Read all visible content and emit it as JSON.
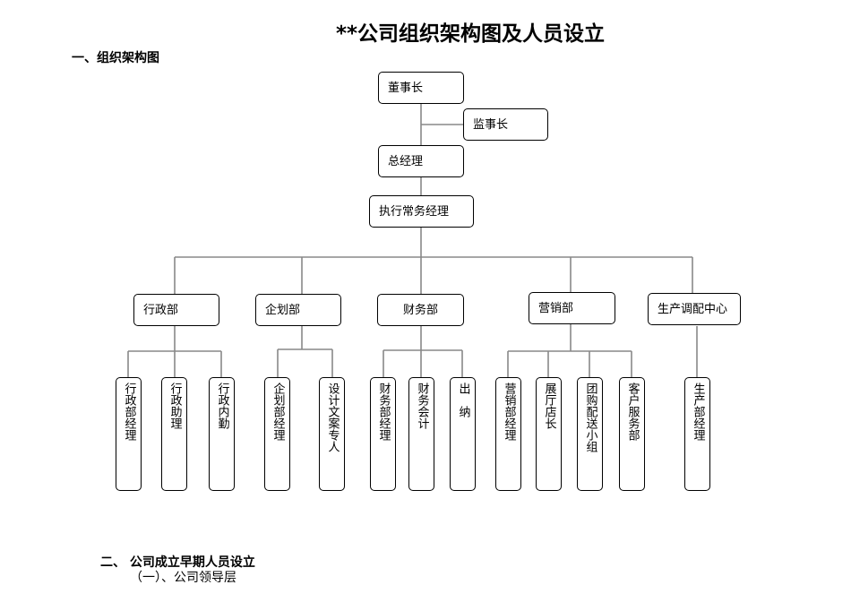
{
  "document": {
    "title": "**公司组织架构图及人员设立",
    "section1_heading": "一、组织架构图",
    "section2_heading": "二、  公司成立早期人员设立",
    "section2_sub": "（一）、公司领导层"
  },
  "org_chart": {
    "chairman": "董事长",
    "supervisor": "监事长",
    "general_manager": "总经理",
    "executive_manager": "执行常务经理",
    "departments": [
      {
        "name": "行政部",
        "roles": [
          "行政部经理",
          "行政助理",
          "行政内勤"
        ]
      },
      {
        "name": "企划部",
        "roles": [
          "企划部经理",
          "设计文案专人"
        ]
      },
      {
        "name": "财务部",
        "roles": [
          "财务部经理",
          "财务会计",
          "出　纳"
        ]
      },
      {
        "name": "营销部",
        "roles": [
          "营销部经理",
          "展厅店长",
          "团购配送小组",
          "客户服务部"
        ]
      },
      {
        "name": "生产调配中心",
        "roles": [
          "生产部经理"
        ]
      }
    ]
  }
}
